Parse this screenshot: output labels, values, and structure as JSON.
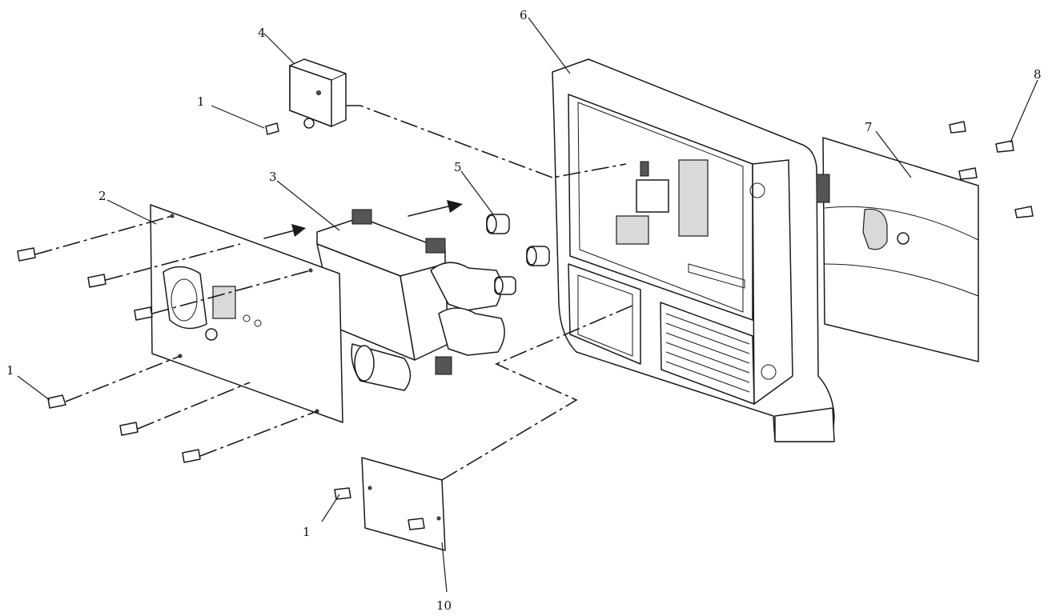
{
  "callouts": {
    "c1a": "1",
    "c1b": "1",
    "c1c": "1",
    "c2": "2",
    "c3": "3",
    "c4": "4",
    "c5": "5",
    "c6": "6",
    "c7": "7",
    "c8": "8",
    "c10": "10"
  },
  "colors": {
    "line": "#1a1a1a",
    "background": "#ffffff",
    "shade": "#d9d9d9"
  }
}
